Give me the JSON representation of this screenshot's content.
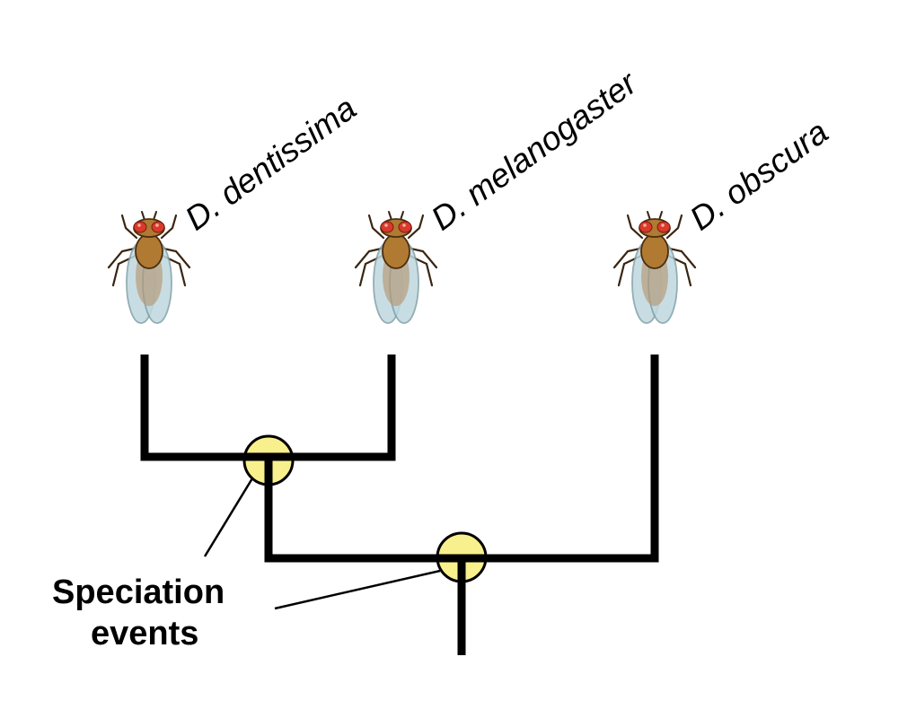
{
  "species": [
    {
      "label": "D. dentissima",
      "italic": true
    },
    {
      "label": "D. melanogaster",
      "italic": true
    },
    {
      "label": "D. obscura",
      "italic": true
    }
  ],
  "annotation": {
    "line1": "Speciation",
    "line2": "events"
  },
  "colors": {
    "node_fill": "#f8f08c",
    "fly_body": "#b07a33",
    "fly_eye": "#d93a2b",
    "fly_wing": "#bfd8df",
    "tree_line": "#000000"
  },
  "icons": {
    "organism": "fruit-fly-icon"
  }
}
